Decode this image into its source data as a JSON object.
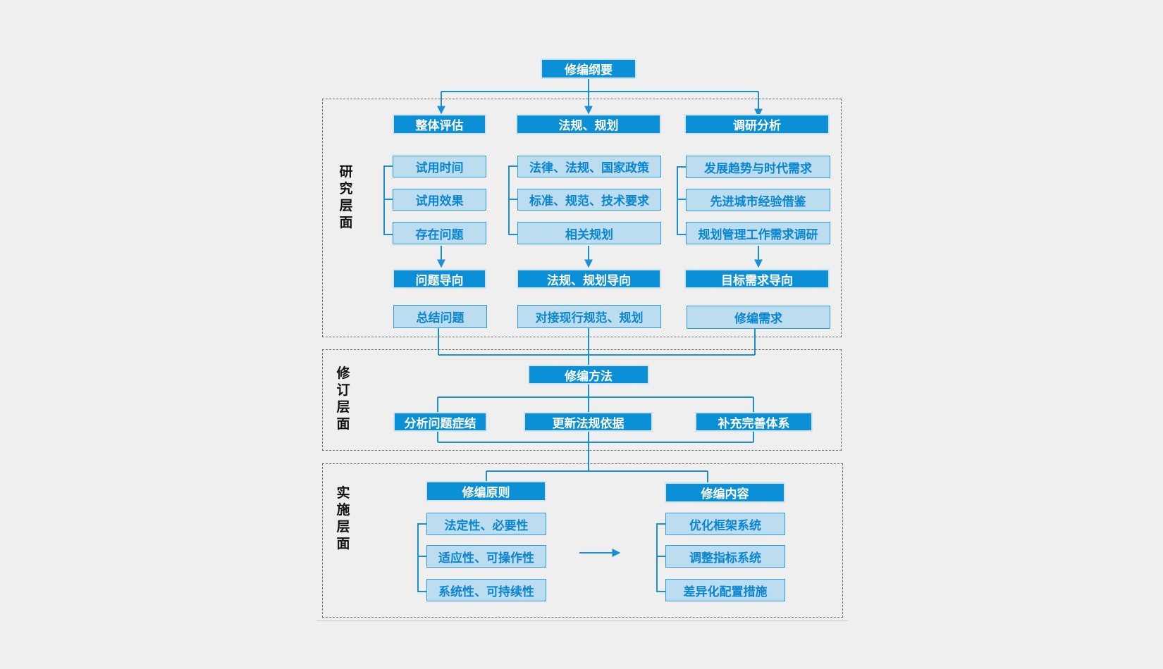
{
  "title": "修编纲要",
  "layers": {
    "research": "研究层面",
    "revision": "修订层面",
    "implementation": "实施层面"
  },
  "research": {
    "col1": {
      "header": "整体评估",
      "items": [
        "试用时间",
        "试用效果",
        "存在问题"
      ],
      "orientation": "问题导向",
      "result": "总结问题"
    },
    "col2": {
      "header": "法规、规划",
      "items": [
        "法律、法规、国家政策",
        "标准、规范、技术要求",
        "相关规划"
      ],
      "orientation": "法规、规划导向",
      "result": "对接现行规范、规划"
    },
    "col3": {
      "header": "调研分析",
      "items": [
        "发展趋势与时代需求",
        "先进城市经验借鉴",
        "规划管理工作需求调研"
      ],
      "orientation": "目标需求导向",
      "result": "修编需求"
    }
  },
  "revision": {
    "method": "修编方法",
    "items": [
      "分析问题症结",
      "更新法规依据",
      "补充完善体系"
    ]
  },
  "implementation": {
    "principles": {
      "header": "修编原则",
      "items": [
        "法定性、必要性",
        "适应性、可操作性",
        "系统性、可持续性"
      ]
    },
    "content": {
      "header": "修编内容",
      "items": [
        "优化框架系统",
        "调整指标系统",
        "差异化配置措施"
      ]
    }
  },
  "colors": {
    "dark_box": "#0b8fd6",
    "light_box": "#bcdcf0",
    "connector": "#1a8fd3",
    "background": "#efeff0"
  }
}
